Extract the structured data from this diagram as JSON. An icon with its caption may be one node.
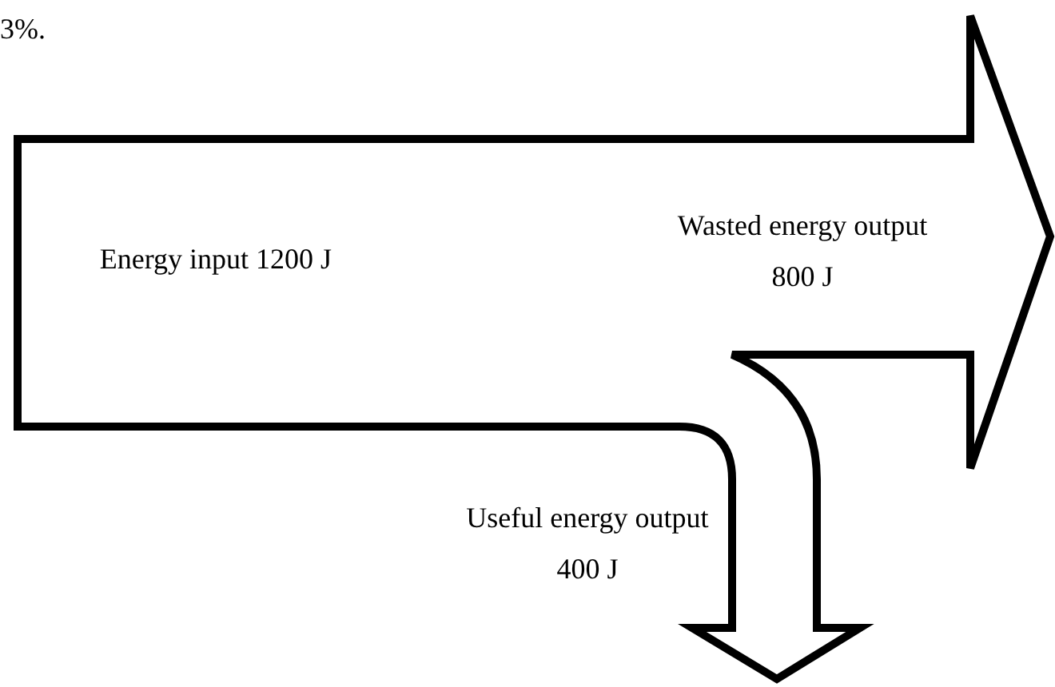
{
  "diagram": {
    "labels": [
      "3%.",
      "Energy input 1200 J",
      "Wasted energy output 800 J",
      "Useful energy output 400 J"
    ]
  }
}
